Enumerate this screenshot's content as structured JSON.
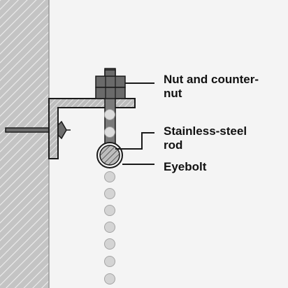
{
  "labels": {
    "nut": "Nut and counter-\nnut",
    "rod": "Stainless-steel\nrod",
    "eyebolt": "Eyebolt"
  },
  "colors": {
    "background": "#f4f4f4",
    "wall": "#c4c4c4",
    "wall_hatch": "#ededed",
    "bracket": "#bdbdbd",
    "nut": "#6a6a6a",
    "rod": "#7a7a7a",
    "ball": "#d4d4d4",
    "outline": "#1a1a1a",
    "leader": "#1a1a1a"
  }
}
